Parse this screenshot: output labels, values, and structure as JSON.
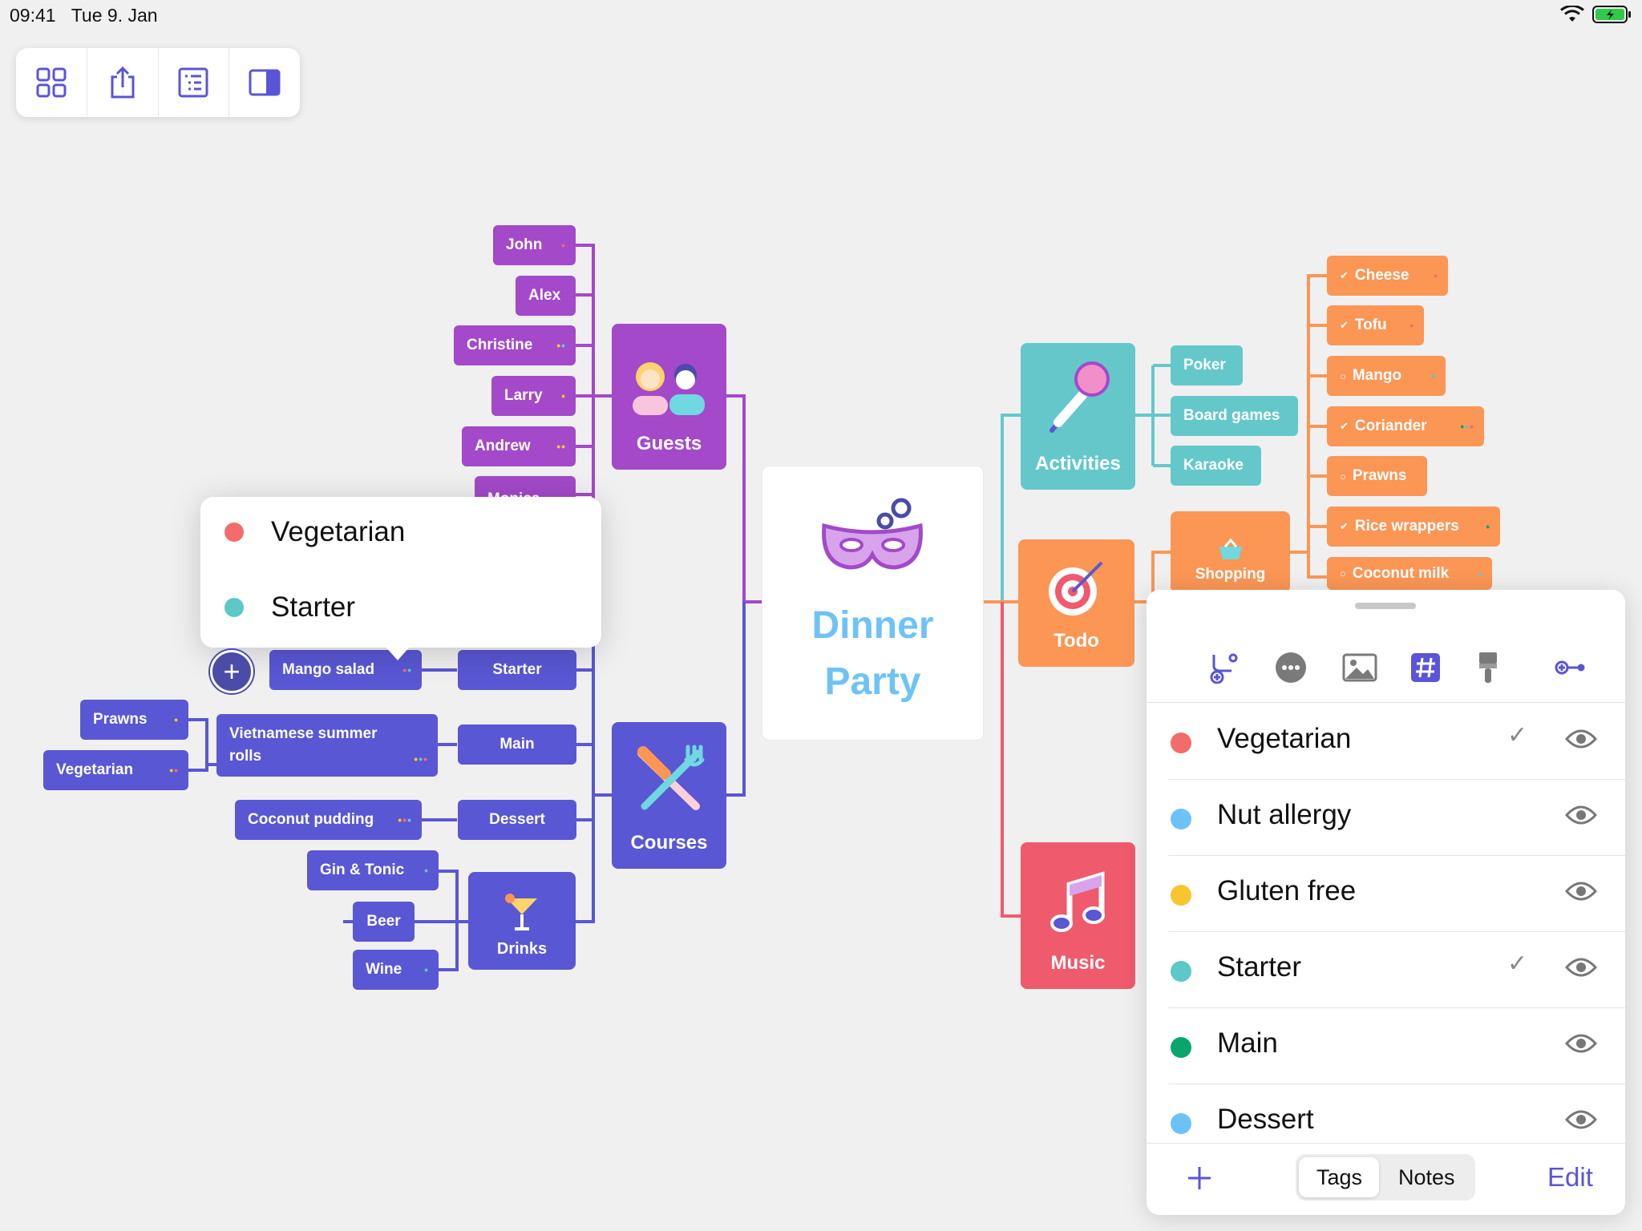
{
  "status": {
    "time": "09:41",
    "date": "Tue 9. Jan"
  },
  "toolbar": {
    "icons": [
      "grid-icon",
      "share-icon",
      "outline-icon",
      "sidebar-icon"
    ]
  },
  "map": {
    "center": "Dinner Party",
    "main": {
      "guests": "Guests",
      "courses": "Courses",
      "activities": "Activities",
      "todo": "Todo",
      "music": "Music",
      "drinks": "Drinks",
      "shopping": "Shopping"
    },
    "guests": [
      "John",
      "Alex",
      "Christine",
      "Larry",
      "Andrew",
      "Monica"
    ],
    "courses": {
      "starter": "Starter",
      "main": "Main",
      "dessert": "Dessert"
    },
    "dishes": {
      "mango_salad": "Mango salad",
      "vietnamese_line1": "Vietnamese summer",
      "vietnamese_line2": "rolls",
      "coconut_pudding": "Coconut pudding",
      "prawns": "Prawns",
      "vegetarian": "Vegetarian"
    },
    "drinks": [
      "Gin & Tonic",
      "Beer",
      "Wine"
    ],
    "activities": [
      "Poker",
      "Board games",
      "Karaoke"
    ],
    "shopping": [
      "Cheese",
      "Tofu",
      "Mango",
      "Coriander",
      "Prawns",
      "Rice wrappers",
      "Coconut milk"
    ]
  },
  "popup": {
    "tags": [
      "Vegetarian",
      "Starter"
    ]
  },
  "panel": {
    "tabs": {
      "tags": "Tags",
      "notes": "Notes"
    },
    "edit": "Edit",
    "tags": [
      {
        "name": "Vegetarian",
        "color": "#f46b6b",
        "checked": true
      },
      {
        "name": "Nut allergy",
        "color": "#6dc2f5",
        "checked": false
      },
      {
        "name": "Gluten free",
        "color": "#f7c52e",
        "checked": false
      },
      {
        "name": "Starter",
        "color": "#5cc8c8",
        "checked": true
      },
      {
        "name": "Main",
        "color": "#08a66d",
        "checked": false
      },
      {
        "name": "Dessert",
        "color": "#6dc2f5",
        "checked": false
      }
    ]
  },
  "colors": {
    "guests": "#a349c9",
    "courses": "#5957d3",
    "activities": "#64c8cb",
    "todo": "#fb9655",
    "music": "#ef5a6c",
    "accent": "#5a54d8"
  }
}
